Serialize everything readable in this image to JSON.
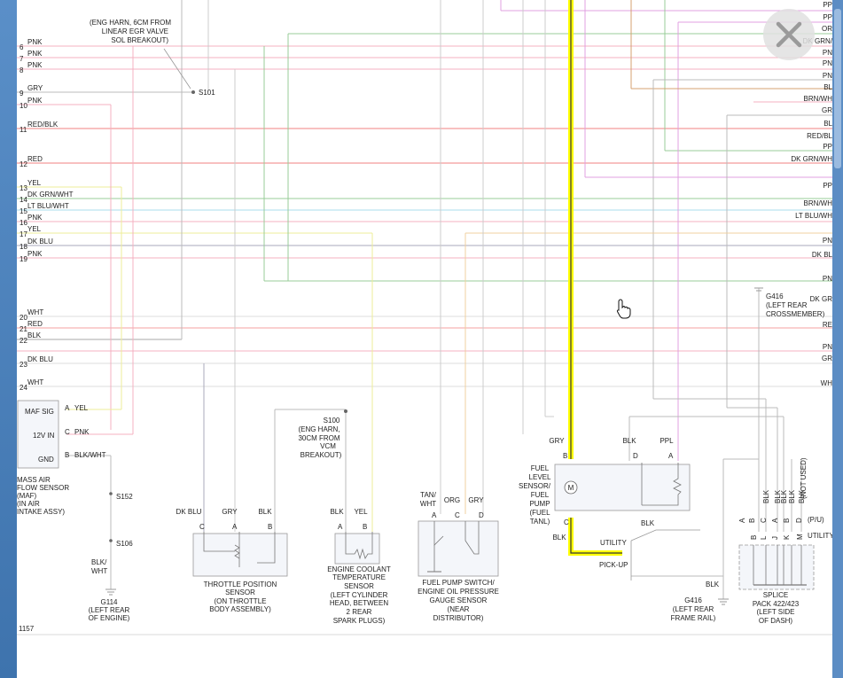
{
  "page_number": "1157",
  "left_wires": [
    {
      "num": "6",
      "color": "PNK"
    },
    {
      "num": "7",
      "color": "PNK"
    },
    {
      "num": "8",
      "color": "PNK"
    },
    {
      "num": "9",
      "color": "GRY"
    },
    {
      "num": "10",
      "color": "PNK"
    },
    {
      "num": "11",
      "color": "RED/BLK"
    },
    {
      "num": "12",
      "color": "RED"
    },
    {
      "num": "13",
      "color": "YEL"
    },
    {
      "num": "14",
      "color": "DK GRN/WHT"
    },
    {
      "num": "15",
      "color": "LT BLU/WHT"
    },
    {
      "num": "16",
      "color": "PNK"
    },
    {
      "num": "17",
      "color": "YEL"
    },
    {
      "num": "18",
      "color": "DK BLU"
    },
    {
      "num": "19",
      "color": "PNK"
    },
    {
      "num": "20",
      "color": "WHT"
    },
    {
      "num": "21",
      "color": "RED"
    },
    {
      "num": "22",
      "color": "BLK"
    },
    {
      "num": "23",
      "color": "DK BLU"
    },
    {
      "num": "24",
      "color": "WHT"
    }
  ],
  "right_wires": [
    "PP",
    "PP",
    "OR",
    "DK GRN/",
    "PN",
    "PN",
    "PN",
    "BL",
    "BRN/WH",
    "GR",
    "BL",
    "RED/BL",
    "PP",
    "DK GRN/WH",
    "PP",
    "BRN/WH",
    "LT BLU/WH",
    "PN",
    "DK BL",
    "PN",
    "DK GR",
    "RE",
    "PN",
    "GR",
    "WH"
  ],
  "splices": {
    "s101_note": [
      "(ENG HARN, 6CM FROM",
      "LINEAR EGR VALVE",
      "SOL BREAKOUT)"
    ],
    "s101": "S101",
    "s100": "S100",
    "s100_note": [
      "(ENG HARN,",
      "30CM FROM",
      "VCM",
      "BREAKOUT)"
    ],
    "s152": "S152",
    "s106": "S106"
  },
  "maf": {
    "pins": [
      {
        "label": "MAF SIG",
        "pin": "A",
        "wire": "YEL"
      },
      {
        "label": "12V IN",
        "pin": "C",
        "wire": "PNK"
      },
      {
        "label": "GND",
        "pin": "B",
        "wire": "BLK/WHT"
      }
    ],
    "name": [
      "MASS AIR",
      "FLOW SENSOR",
      "(MAF)",
      "(IN AIR",
      "INTAKE ASSY)"
    ],
    "lower_wire": [
      "BLK/",
      "WHT"
    ]
  },
  "grounds": {
    "g114": [
      "G114",
      "(LEFT REAR",
      "OF ENGINE)"
    ],
    "g416": [
      "G416",
      "(LEFT REAR",
      "FRAME RAIL)"
    ],
    "g416_top": [
      "G416",
      "(LEFT REAR",
      "CROSSMEMBER)"
    ]
  },
  "tps": {
    "wires": [
      "DK BLU",
      "GRY",
      "BLK"
    ],
    "pins": [
      "C",
      "A",
      "B"
    ],
    "name": [
      "THROTTLE POSITION",
      "SENSOR",
      "(ON THROTTLE",
      "BODY ASSEMBLY)"
    ]
  },
  "ect": {
    "wires": [
      "BLK",
      "YEL"
    ],
    "pins": [
      "A",
      "B"
    ],
    "name": [
      "ENGINE COOLANT",
      "TEMPERATURE",
      "SENSOR",
      "(LEFT CYLINDER",
      "HEAD, BETWEEN",
      "2 REAR",
      "SPARK PLUGS)"
    ]
  },
  "fps": {
    "wires": [
      [
        "TAN/",
        "WHT"
      ],
      [
        "ORG"
      ],
      [
        "GRY"
      ]
    ],
    "pins": [
      "A",
      "C",
      "D"
    ],
    "name": [
      "FUEL PUMP SWITCH/",
      "ENGINE OIL PRESSURE",
      "GAUGE SENSOR",
      "(NEAR",
      "DISTRIBUTOR)"
    ]
  },
  "fuel_pump": {
    "top_wires": [
      "GRY",
      "BLK",
      "PPL"
    ],
    "top_pins": [
      "B",
      "D",
      "A"
    ],
    "name": [
      "FUEL",
      "LEVEL",
      "SENSOR/",
      "FUEL",
      "PUMP",
      "(FUEL",
      "TANL)"
    ],
    "bottom_pin": "C",
    "bottom_wire": "BLK",
    "motor": "M",
    "utility": "UTILITY",
    "pickup": "PICK-UP",
    "right_blk": "BLK",
    "ground_blk": "BLK"
  },
  "splice_pack": {
    "wires": [
      "BLK",
      "BLK",
      "BLK",
      "BLK",
      "BLK",
      "(NOT USED)"
    ],
    "row1": [
      "A",
      "B",
      "C",
      "A",
      "B",
      "D"
    ],
    "row2": [
      "B",
      "L",
      "J",
      "K",
      "M"
    ],
    "pu": "(P/U)",
    "utility": "UTILITY",
    "name": [
      "SPLICE",
      "PACK 422/423",
      "(LEFT SIDE",
      "OF DASH)"
    ]
  },
  "highlight_color": "#ffff00",
  "icons": {
    "close": "close-icon",
    "cursor": "hand-pointer-icon"
  }
}
